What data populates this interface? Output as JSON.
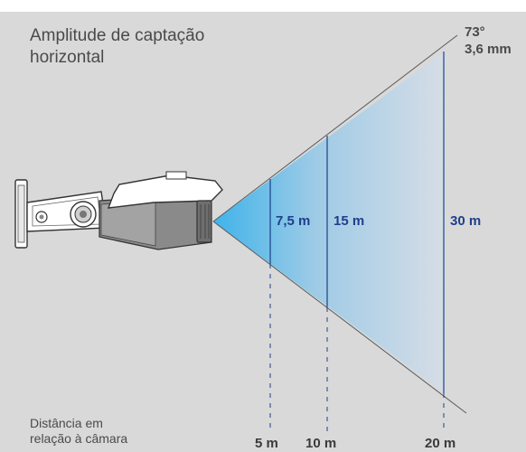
{
  "title": {
    "line1": "Amplitude de captação",
    "line2": "horizontal"
  },
  "lens": {
    "angle": "73°",
    "focal": "3,6 mm"
  },
  "distance_caption": {
    "line1": "Distância em",
    "line2": "relação à câmara"
  },
  "width_labels": [
    "7,5 m",
    "15 m",
    "30 m"
  ],
  "distance_labels": [
    "5 m",
    "10 m",
    "20 m"
  ],
  "colors": {
    "panel": "#d9d9d9",
    "beam_near": "#3db3ea",
    "beam_far": "#d6dde6",
    "width_line": "#1f3f8c",
    "text": "#4a4a4a"
  },
  "icons": [
    "bullet-camera-icon"
  ]
}
